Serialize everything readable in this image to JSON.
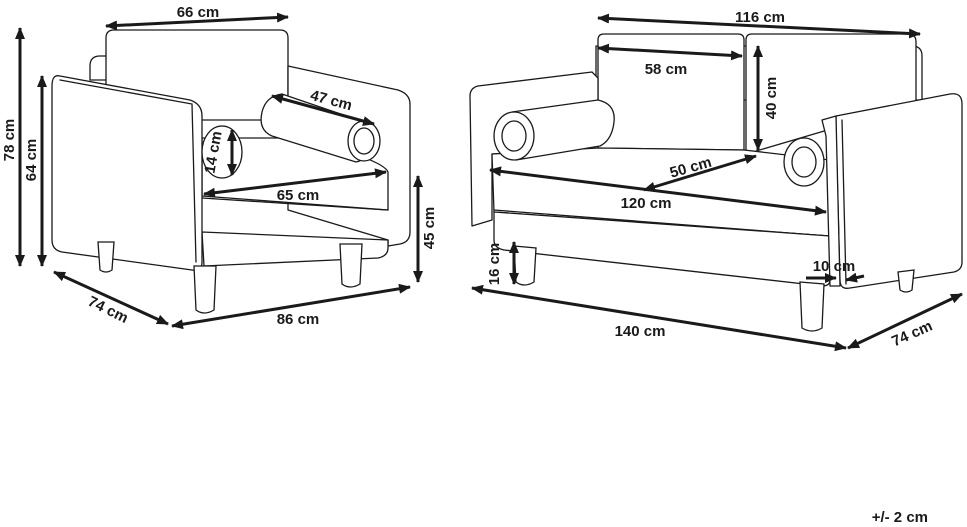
{
  "colors": {
    "line": "#1a1a1a",
    "background": "#ffffff"
  },
  "armchair": {
    "dimensions": {
      "back_width": "66 cm",
      "total_height": "78 cm",
      "arm_height": "64 cm",
      "bolster_length": "47 cm",
      "bolster_diameter": "14 cm",
      "seat_width": "65 cm",
      "seat_height": "45 cm",
      "depth": "74 cm",
      "width": "86 cm"
    }
  },
  "sofa": {
    "dimensions": {
      "back_width": "116 cm",
      "cushion_width": "58 cm",
      "backrest_height": "40 cm",
      "seat_depth": "50 cm",
      "seat_width": "120 cm",
      "leg_height": "16 cm",
      "arm_width": "10 cm",
      "width": "140 cm",
      "depth": "74 cm"
    }
  },
  "tolerance": "+/- 2 cm"
}
